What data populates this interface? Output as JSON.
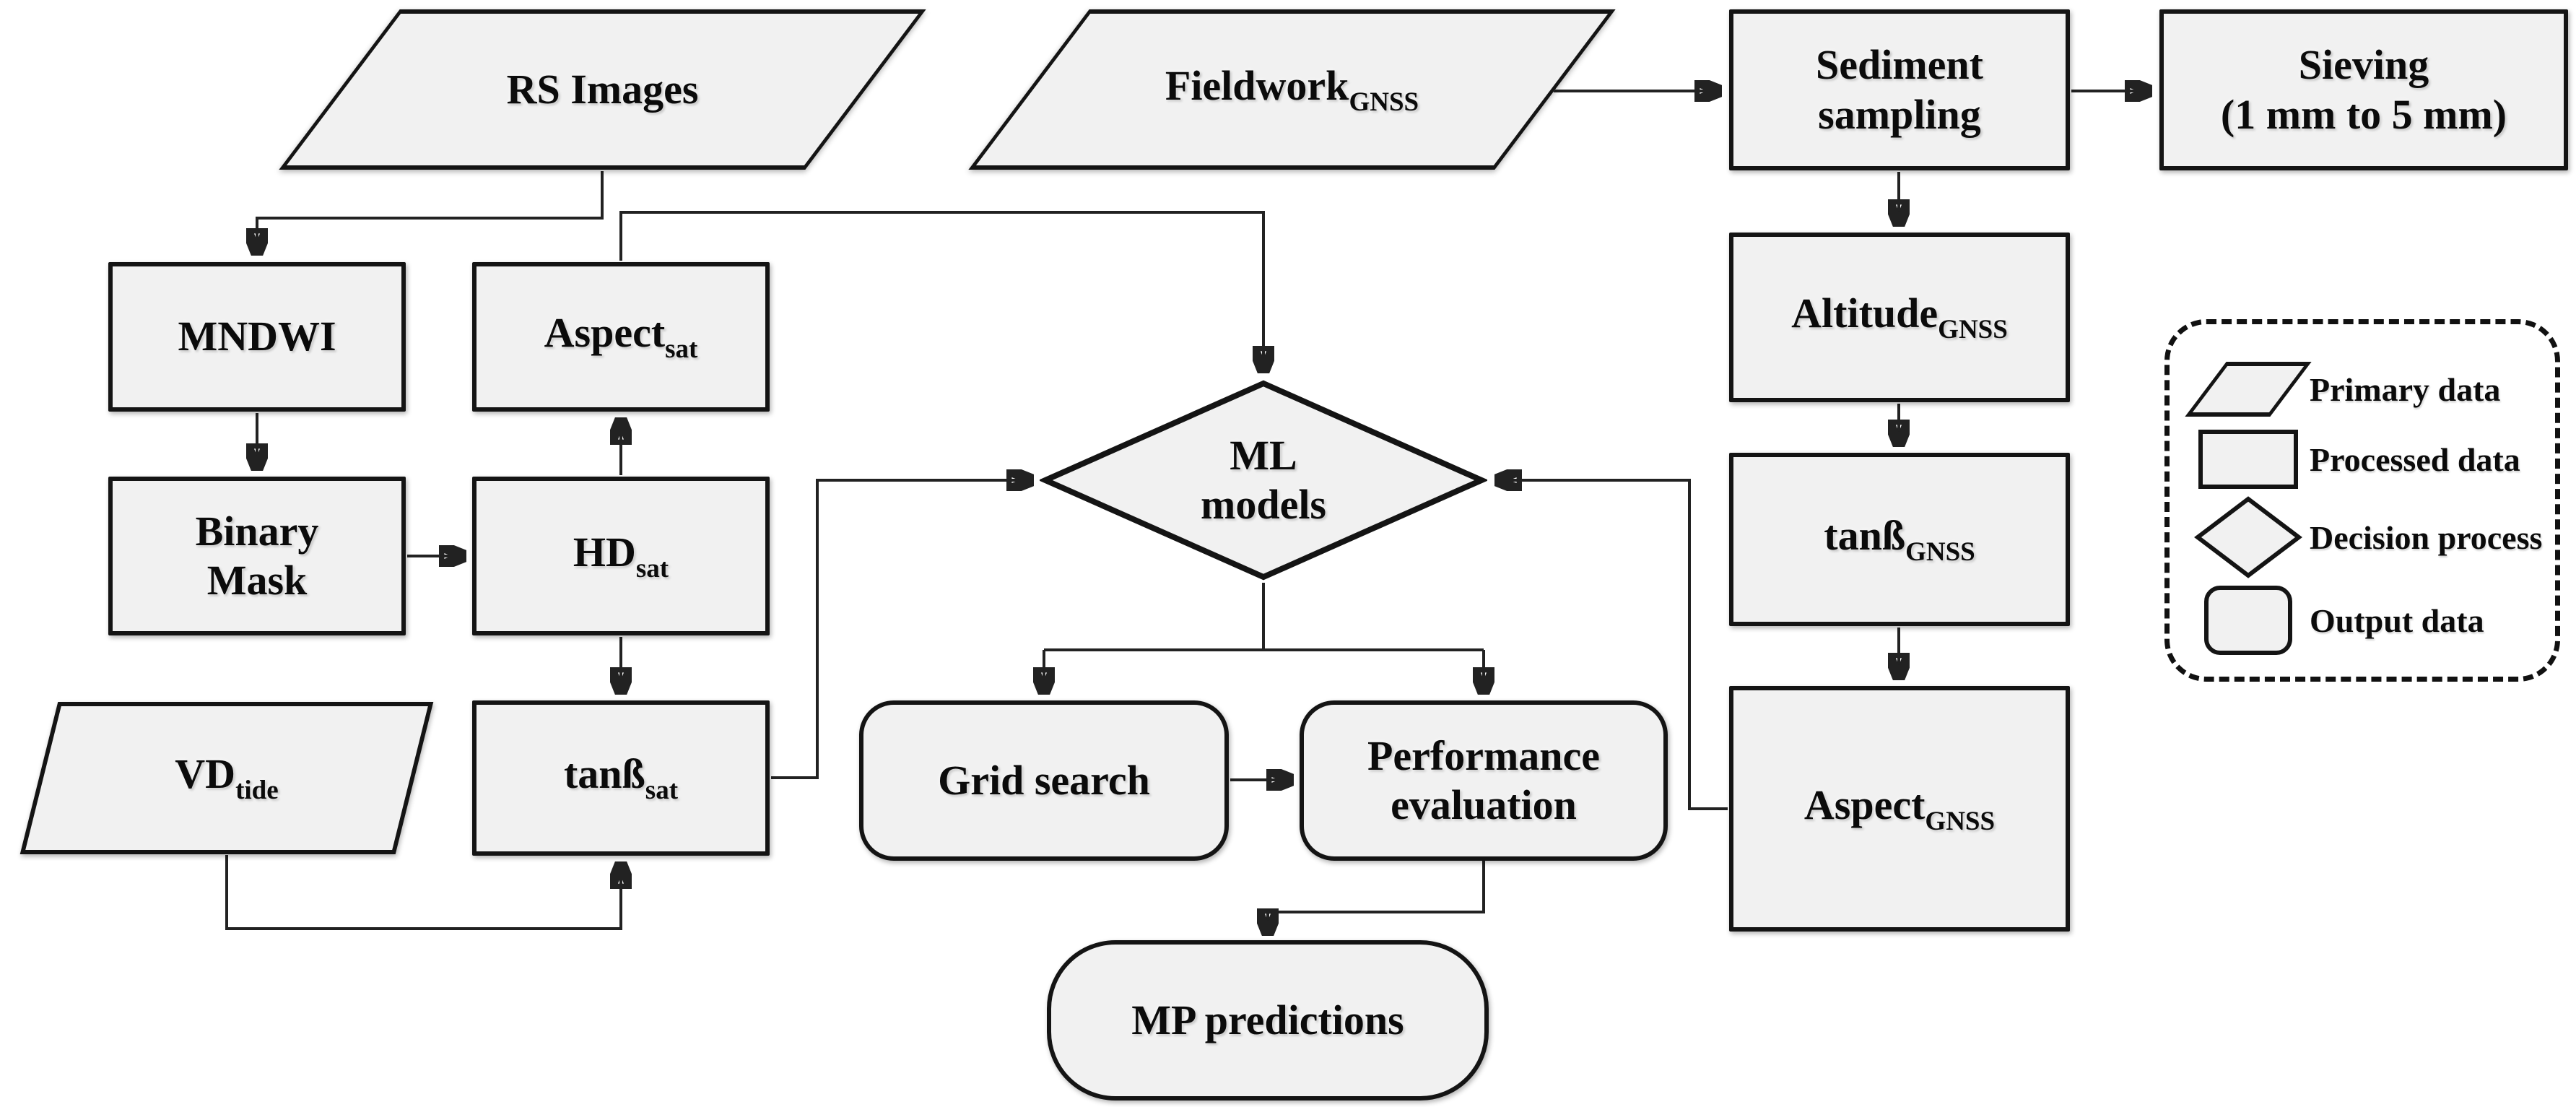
{
  "figure": {
    "type": "flowchart",
    "colors": {
      "node_fill": "#f1f1f1",
      "node_border": "#141414",
      "connector": "#222222",
      "background": "#ffffff"
    },
    "nodes": {
      "rs_images": {
        "label": "RS Images",
        "shape": "parallelogram",
        "role": "primary-data"
      },
      "fieldwork": {
        "label": "Fieldwork",
        "sub": "GNSS",
        "shape": "parallelogram",
        "role": "primary-data"
      },
      "sediment": {
        "line1": "Sediment",
        "line2": "sampling",
        "shape": "rectangle",
        "role": "processed-data"
      },
      "sieving": {
        "line1": "Sieving",
        "line2": "(1 mm to 5 mm)",
        "shape": "rectangle",
        "role": "processed-data"
      },
      "mndwi": {
        "label": "MNDWI",
        "shape": "rectangle",
        "role": "processed-data"
      },
      "aspect_sat": {
        "label": "Aspect",
        "sub": "sat",
        "shape": "rectangle",
        "role": "processed-data"
      },
      "altitude_gnss": {
        "label": "Altitude",
        "sub": "GNSS",
        "shape": "rectangle",
        "role": "processed-data"
      },
      "binary_mask": {
        "line1": "Binary",
        "line2": "Mask",
        "shape": "rectangle",
        "role": "processed-data"
      },
      "hd_sat": {
        "label": "HD",
        "sub": "sat",
        "shape": "rectangle",
        "role": "processed-data"
      },
      "tanb_gnss": {
        "label": "tanß",
        "sub": "GNSS",
        "shape": "rectangle",
        "role": "processed-data"
      },
      "vd_tide": {
        "label": "VD",
        "sub": "tide",
        "shape": "parallelogram",
        "role": "primary-data"
      },
      "tanb_sat": {
        "label": "tanß",
        "sub": "sat",
        "shape": "rectangle",
        "role": "processed-data"
      },
      "aspect_gnss": {
        "label": "Aspect",
        "sub": "GNSS",
        "shape": "rectangle",
        "role": "processed-data"
      },
      "ml_models": {
        "line1": "ML",
        "line2": "models",
        "shape": "diamond",
        "role": "decision-process"
      },
      "grid_search": {
        "label": "Grid search",
        "shape": "rounded",
        "role": "output-data"
      },
      "perf_eval": {
        "line1": "Performance",
        "line2": "evaluation",
        "shape": "rounded",
        "role": "output-data"
      },
      "mp_predictions": {
        "label": "MP predictions",
        "shape": "rounded",
        "role": "output-data"
      }
    },
    "edges": [
      [
        "rs_images",
        "mndwi"
      ],
      [
        "aspect_sat",
        "ml_models"
      ],
      [
        "mndwi",
        "binary_mask"
      ],
      [
        "binary_mask",
        "hd_sat"
      ],
      [
        "hd_sat",
        "aspect_sat"
      ],
      [
        "hd_sat",
        "tanb_sat"
      ],
      [
        "vd_tide",
        "tanb_sat"
      ],
      [
        "tanb_sat",
        "ml_models"
      ],
      [
        "fieldwork",
        "sediment"
      ],
      [
        "sediment",
        "sieving"
      ],
      [
        "sediment",
        "altitude_gnss"
      ],
      [
        "altitude_gnss",
        "tanb_gnss"
      ],
      [
        "tanb_gnss",
        "aspect_gnss"
      ],
      [
        "aspect_gnss",
        "ml_models"
      ],
      [
        "ml_models",
        "grid_search"
      ],
      [
        "ml_models",
        "perf_eval"
      ],
      [
        "grid_search",
        "perf_eval"
      ],
      [
        "perf_eval",
        "mp_predictions"
      ]
    ],
    "legend": {
      "items": [
        {
          "shape": "parallelogram",
          "label": "Primary data"
        },
        {
          "shape": "rectangle",
          "label": "Processed data"
        },
        {
          "shape": "diamond",
          "label": "Decision process"
        },
        {
          "shape": "rounded",
          "label": "Output data"
        }
      ]
    }
  }
}
